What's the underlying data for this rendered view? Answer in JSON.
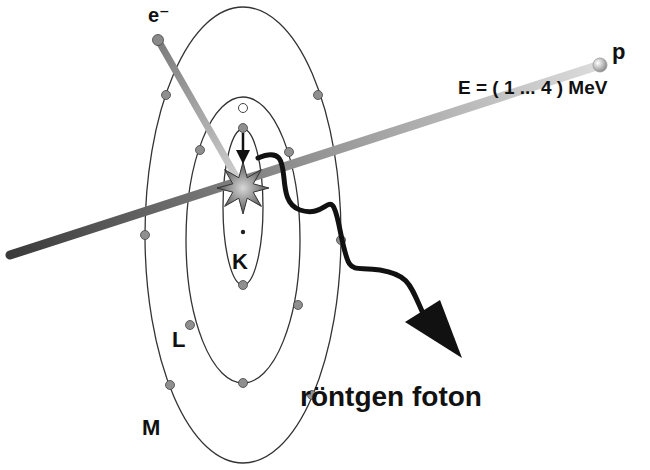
{
  "diagram": {
    "labels": [
      "e⁻",
      "p",
      "E = ( 1 ... 4 ) MeV",
      "K",
      "L",
      "M",
      "röntgen foton"
    ]
  }
}
